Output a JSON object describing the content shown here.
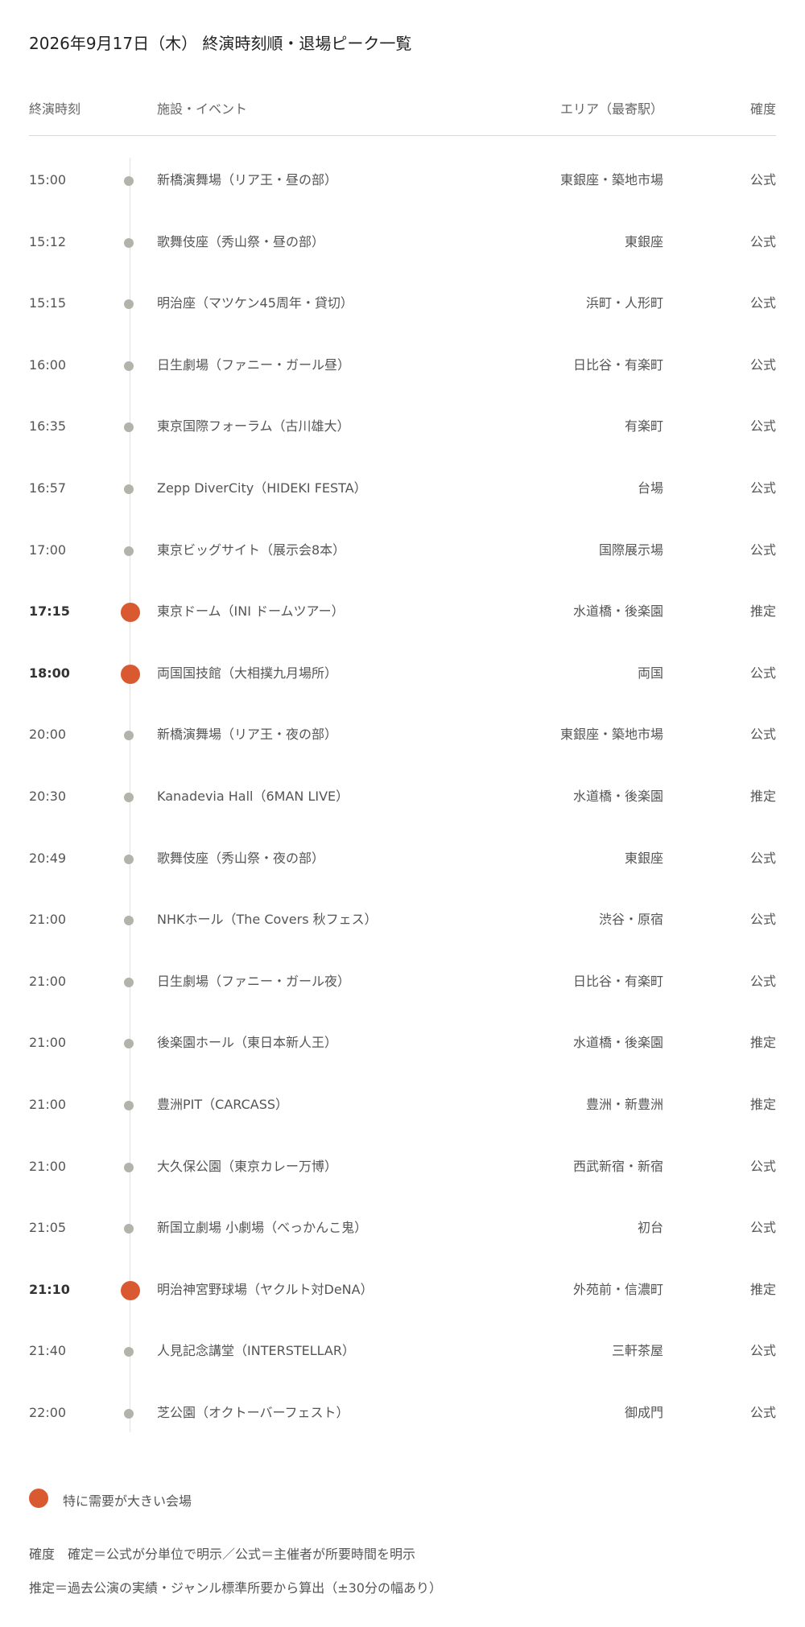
{
  "title": "2026年9月17日（木） 終演時刻順・退場ピーク一覧",
  "headers": {
    "time": "終演時刻",
    "venue": "施設・イベント",
    "area": "エリア（最寄駅）",
    "confidence": "確度"
  },
  "rows": [
    {
      "time": "15:00",
      "venue": "新橋演舞場（リア王・昼の部）",
      "area": "東銀座・築地市場",
      "confidence": "公式",
      "high_demand": false
    },
    {
      "time": "15:12",
      "venue": "歌舞伎座（秀山祭・昼の部）",
      "area": "東銀座",
      "confidence": "公式",
      "high_demand": false
    },
    {
      "time": "15:15",
      "venue": "明治座（マツケン45周年・貸切）",
      "area": "浜町・人形町",
      "confidence": "公式",
      "high_demand": false
    },
    {
      "time": "16:00",
      "venue": "日生劇場（ファニー・ガール昼）",
      "area": "日比谷・有楽町",
      "confidence": "公式",
      "high_demand": false
    },
    {
      "time": "16:35",
      "venue": "東京国際フォーラム（古川雄大）",
      "area": "有楽町",
      "confidence": "公式",
      "high_demand": false
    },
    {
      "time": "16:57",
      "venue": "Zepp DiverCity（HIDEKI FESTA）",
      "area": "台場",
      "confidence": "公式",
      "high_demand": false
    },
    {
      "time": "17:00",
      "venue": "東京ビッグサイト（展示会8本）",
      "area": "国際展示場",
      "confidence": "公式",
      "high_demand": false
    },
    {
      "time": "17:15",
      "venue": "東京ドーム（INI ドームツアー）",
      "area": "水道橋・後楽園",
      "confidence": "推定",
      "high_demand": true
    },
    {
      "time": "18:00",
      "venue": "両国国技館（大相撲九月場所）",
      "area": "両国",
      "confidence": "公式",
      "high_demand": true
    },
    {
      "time": "20:00",
      "venue": "新橋演舞場（リア王・夜の部）",
      "area": "東銀座・築地市場",
      "confidence": "公式",
      "high_demand": false
    },
    {
      "time": "20:30",
      "venue": "Kanadevia Hall（6MAN LIVE）",
      "area": "水道橋・後楽園",
      "confidence": "推定",
      "high_demand": false
    },
    {
      "time": "20:49",
      "venue": "歌舞伎座（秀山祭・夜の部）",
      "area": "東銀座",
      "confidence": "公式",
      "high_demand": false
    },
    {
      "time": "21:00",
      "venue": "NHKホール（The Covers 秋フェス）",
      "area": "渋谷・原宿",
      "confidence": "公式",
      "high_demand": false
    },
    {
      "time": "21:00",
      "venue": "日生劇場（ファニー・ガール夜）",
      "area": "日比谷・有楽町",
      "confidence": "公式",
      "high_demand": false
    },
    {
      "time": "21:00",
      "venue": "後楽園ホール（東日本新人王）",
      "area": "水道橋・後楽園",
      "confidence": "推定",
      "high_demand": false
    },
    {
      "time": "21:00",
      "venue": "豊洲PIT（CARCASS）",
      "area": "豊洲・新豊洲",
      "confidence": "推定",
      "high_demand": false
    },
    {
      "time": "21:00",
      "venue": "大久保公園（東京カレー万博）",
      "area": "西武新宿・新宿",
      "confidence": "公式",
      "high_demand": false
    },
    {
      "time": "21:05",
      "venue": "新国立劇場 小劇場（べっかんこ鬼）",
      "area": "初台",
      "confidence": "公式",
      "high_demand": false
    },
    {
      "time": "21:10",
      "venue": "明治神宮野球場（ヤクルト対DeNA）",
      "area": "外苑前・信濃町",
      "confidence": "推定",
      "high_demand": true
    },
    {
      "time": "21:40",
      "venue": "人見記念講堂（INTERSTELLAR）",
      "area": "三軒茶屋",
      "confidence": "公式",
      "high_demand": false
    },
    {
      "time": "22:00",
      "venue": "芝公園（オクトーバーフェスト）",
      "area": "御成門",
      "confidence": "公式",
      "high_demand": false
    }
  ],
  "legend": {
    "high_demand_label": "特に需要が大きい会場",
    "high_demand_color": "#d95a30",
    "normal_color": "#b3b3ab"
  },
  "notes": {
    "line1": "確度　確定＝公式が分単位で明示／公式＝主催者が所要時間を明示",
    "line2": "推定＝過去公演の実績・ジャンル標準所要から算出（±30分の幅あり）"
  }
}
